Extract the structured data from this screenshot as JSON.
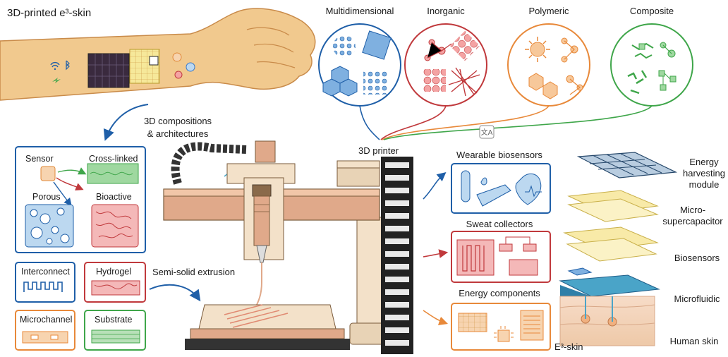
{
  "title": "3D-printed e³-skin",
  "categories": {
    "multidimensional": "Multidimensional",
    "inorganic": "Inorganic",
    "polymeric": "Polymeric",
    "composite": "Composite"
  },
  "compositions_line1": "3D compositions",
  "compositions_line2": "& architectures",
  "materials": {
    "sensor": "Sensor",
    "cross_linked": "Cross-linked",
    "porous": "Porous",
    "bioactive": "Bioactive"
  },
  "components": {
    "interconnect": "Interconnect",
    "hydrogel": "Hydrogel",
    "microchannel": "Microchannel",
    "substrate": "Substrate"
  },
  "printer_label": "3D printer",
  "extrusion_label": "Semi-solid extrusion",
  "applications": {
    "wearable": "Wearable biosensors",
    "sweat": "Sweat collectors",
    "energy": "Energy components"
  },
  "layers": {
    "energy_line1": "Energy",
    "energy_line2": "harvesting",
    "energy_line3": "module",
    "micro_line1": "Micro-",
    "micro_line2": "supercapacitor",
    "biosensors": "Biosensors",
    "microfluidic": "Microfluidic",
    "skin": "Human skin"
  },
  "e3skin_label": "E³-skin",
  "colors": {
    "blue": "#1f5fa8",
    "red": "#c0393c",
    "orange": "#e8893a",
    "green": "#3fa64a",
    "skin": "#f1c98e",
    "printer_bar": "#e0a98a",
    "printer_frame": "#f3e1c9"
  }
}
